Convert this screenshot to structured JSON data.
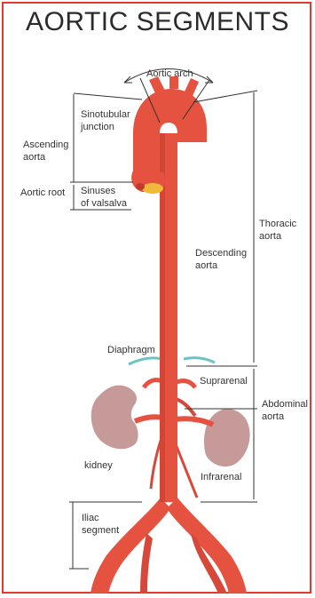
{
  "title": "AORTIC SEGMENTS",
  "colors": {
    "border": "#e23b2e",
    "aorta": "#e5523f",
    "aorta_shade": "#c23a2c",
    "kidney": "#c79a9a",
    "diaphragm": "#6cc3c3",
    "valve": "#f0b93a"
  },
  "labels": {
    "aortic_arch": "Aortic arch",
    "sinotubular_1": "Sinotubular",
    "sinotubular_2": "junction",
    "ascending_1": "Ascending",
    "ascending_2": "aorta",
    "aortic_root": "Aortic root",
    "sinuses_1": "Sinuses",
    "sinuses_2": "of valsalva",
    "thoracic_1": "Thoracic",
    "thoracic_2": "aorta",
    "descending_1": "Descending",
    "descending_2": "aorta",
    "diaphragm": "Diaphragm",
    "suprarenal": "Suprarenal",
    "abdominal_1": "Abdominal",
    "abdominal_2": "aorta",
    "kidney": "kidney",
    "infrarenal": "Infrarenal",
    "iliac_1": "Iliac",
    "iliac_2": "segment"
  }
}
